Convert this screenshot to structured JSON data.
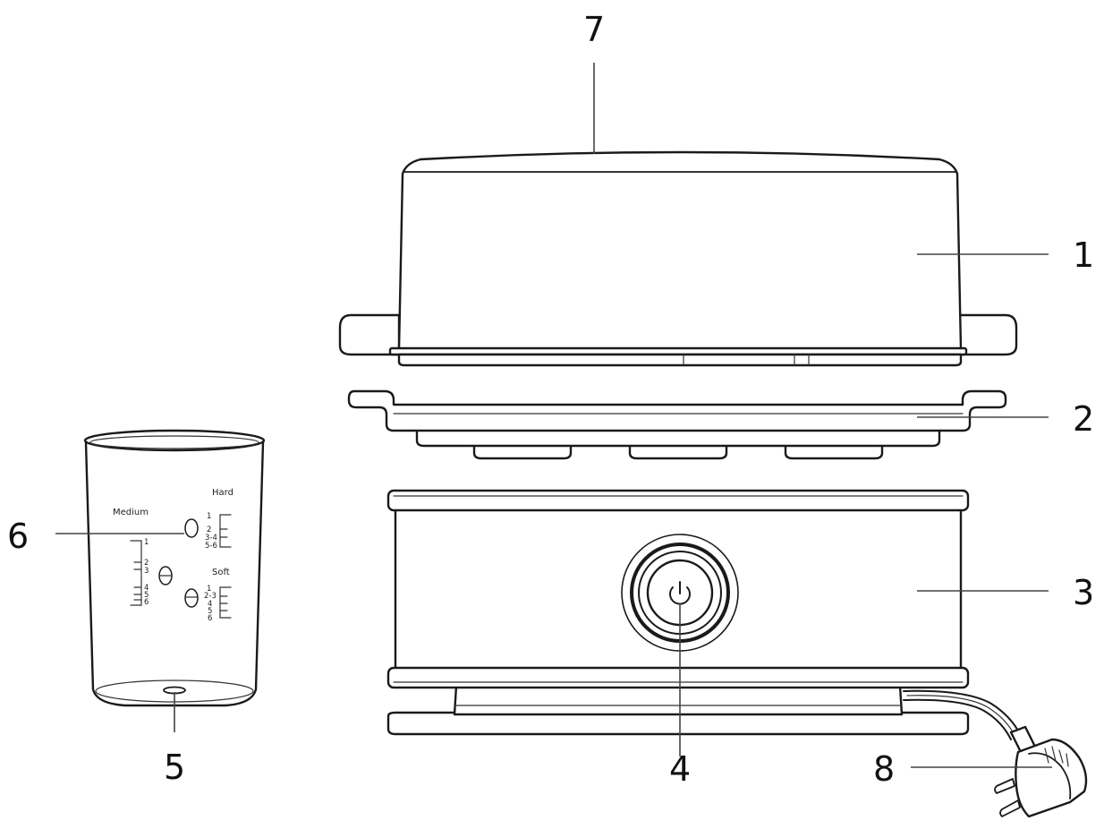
{
  "callouts": {
    "c1": "1",
    "c2": "2",
    "c3": "3",
    "c4": "4",
    "c5": "5",
    "c6": "6",
    "c7": "7",
    "c8": "8"
  },
  "cup": {
    "medium": {
      "title": "Medium",
      "marks": [
        "1",
        "2",
        "3",
        "4",
        "5",
        "6"
      ]
    },
    "hard": {
      "title": "Hard",
      "marks": [
        "1",
        "2",
        "3-4",
        "5-6"
      ]
    },
    "soft": {
      "title": "Soft",
      "marks": [
        "1",
        "2-3",
        "4",
        "5",
        "6"
      ]
    }
  },
  "icons": {
    "power": "power-icon",
    "plug": "power-plug-icon"
  }
}
